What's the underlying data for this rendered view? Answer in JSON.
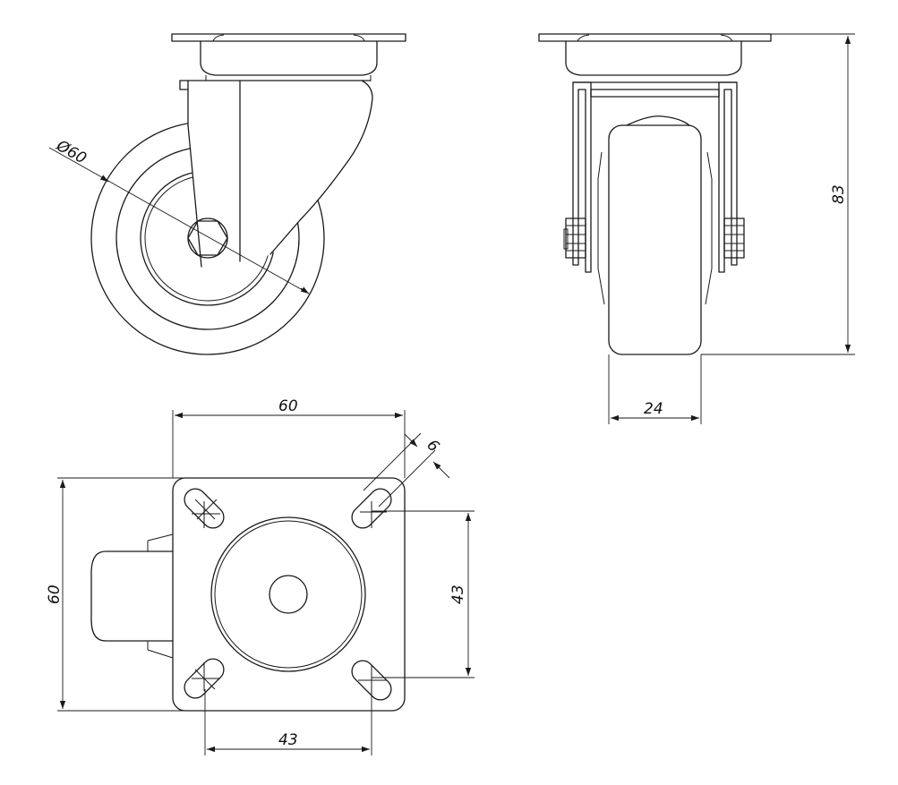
{
  "dimensions": {
    "wheel_diameter": "Ø60",
    "overall_height": "83",
    "wheel_width": "24",
    "plate_width": "60",
    "plate_height": "60",
    "slot_width": "6",
    "hole_spacing_vertical": "43",
    "hole_spacing_horizontal": "43"
  },
  "colors": {
    "line": "#1a1a1a",
    "background": "#ffffff"
  }
}
